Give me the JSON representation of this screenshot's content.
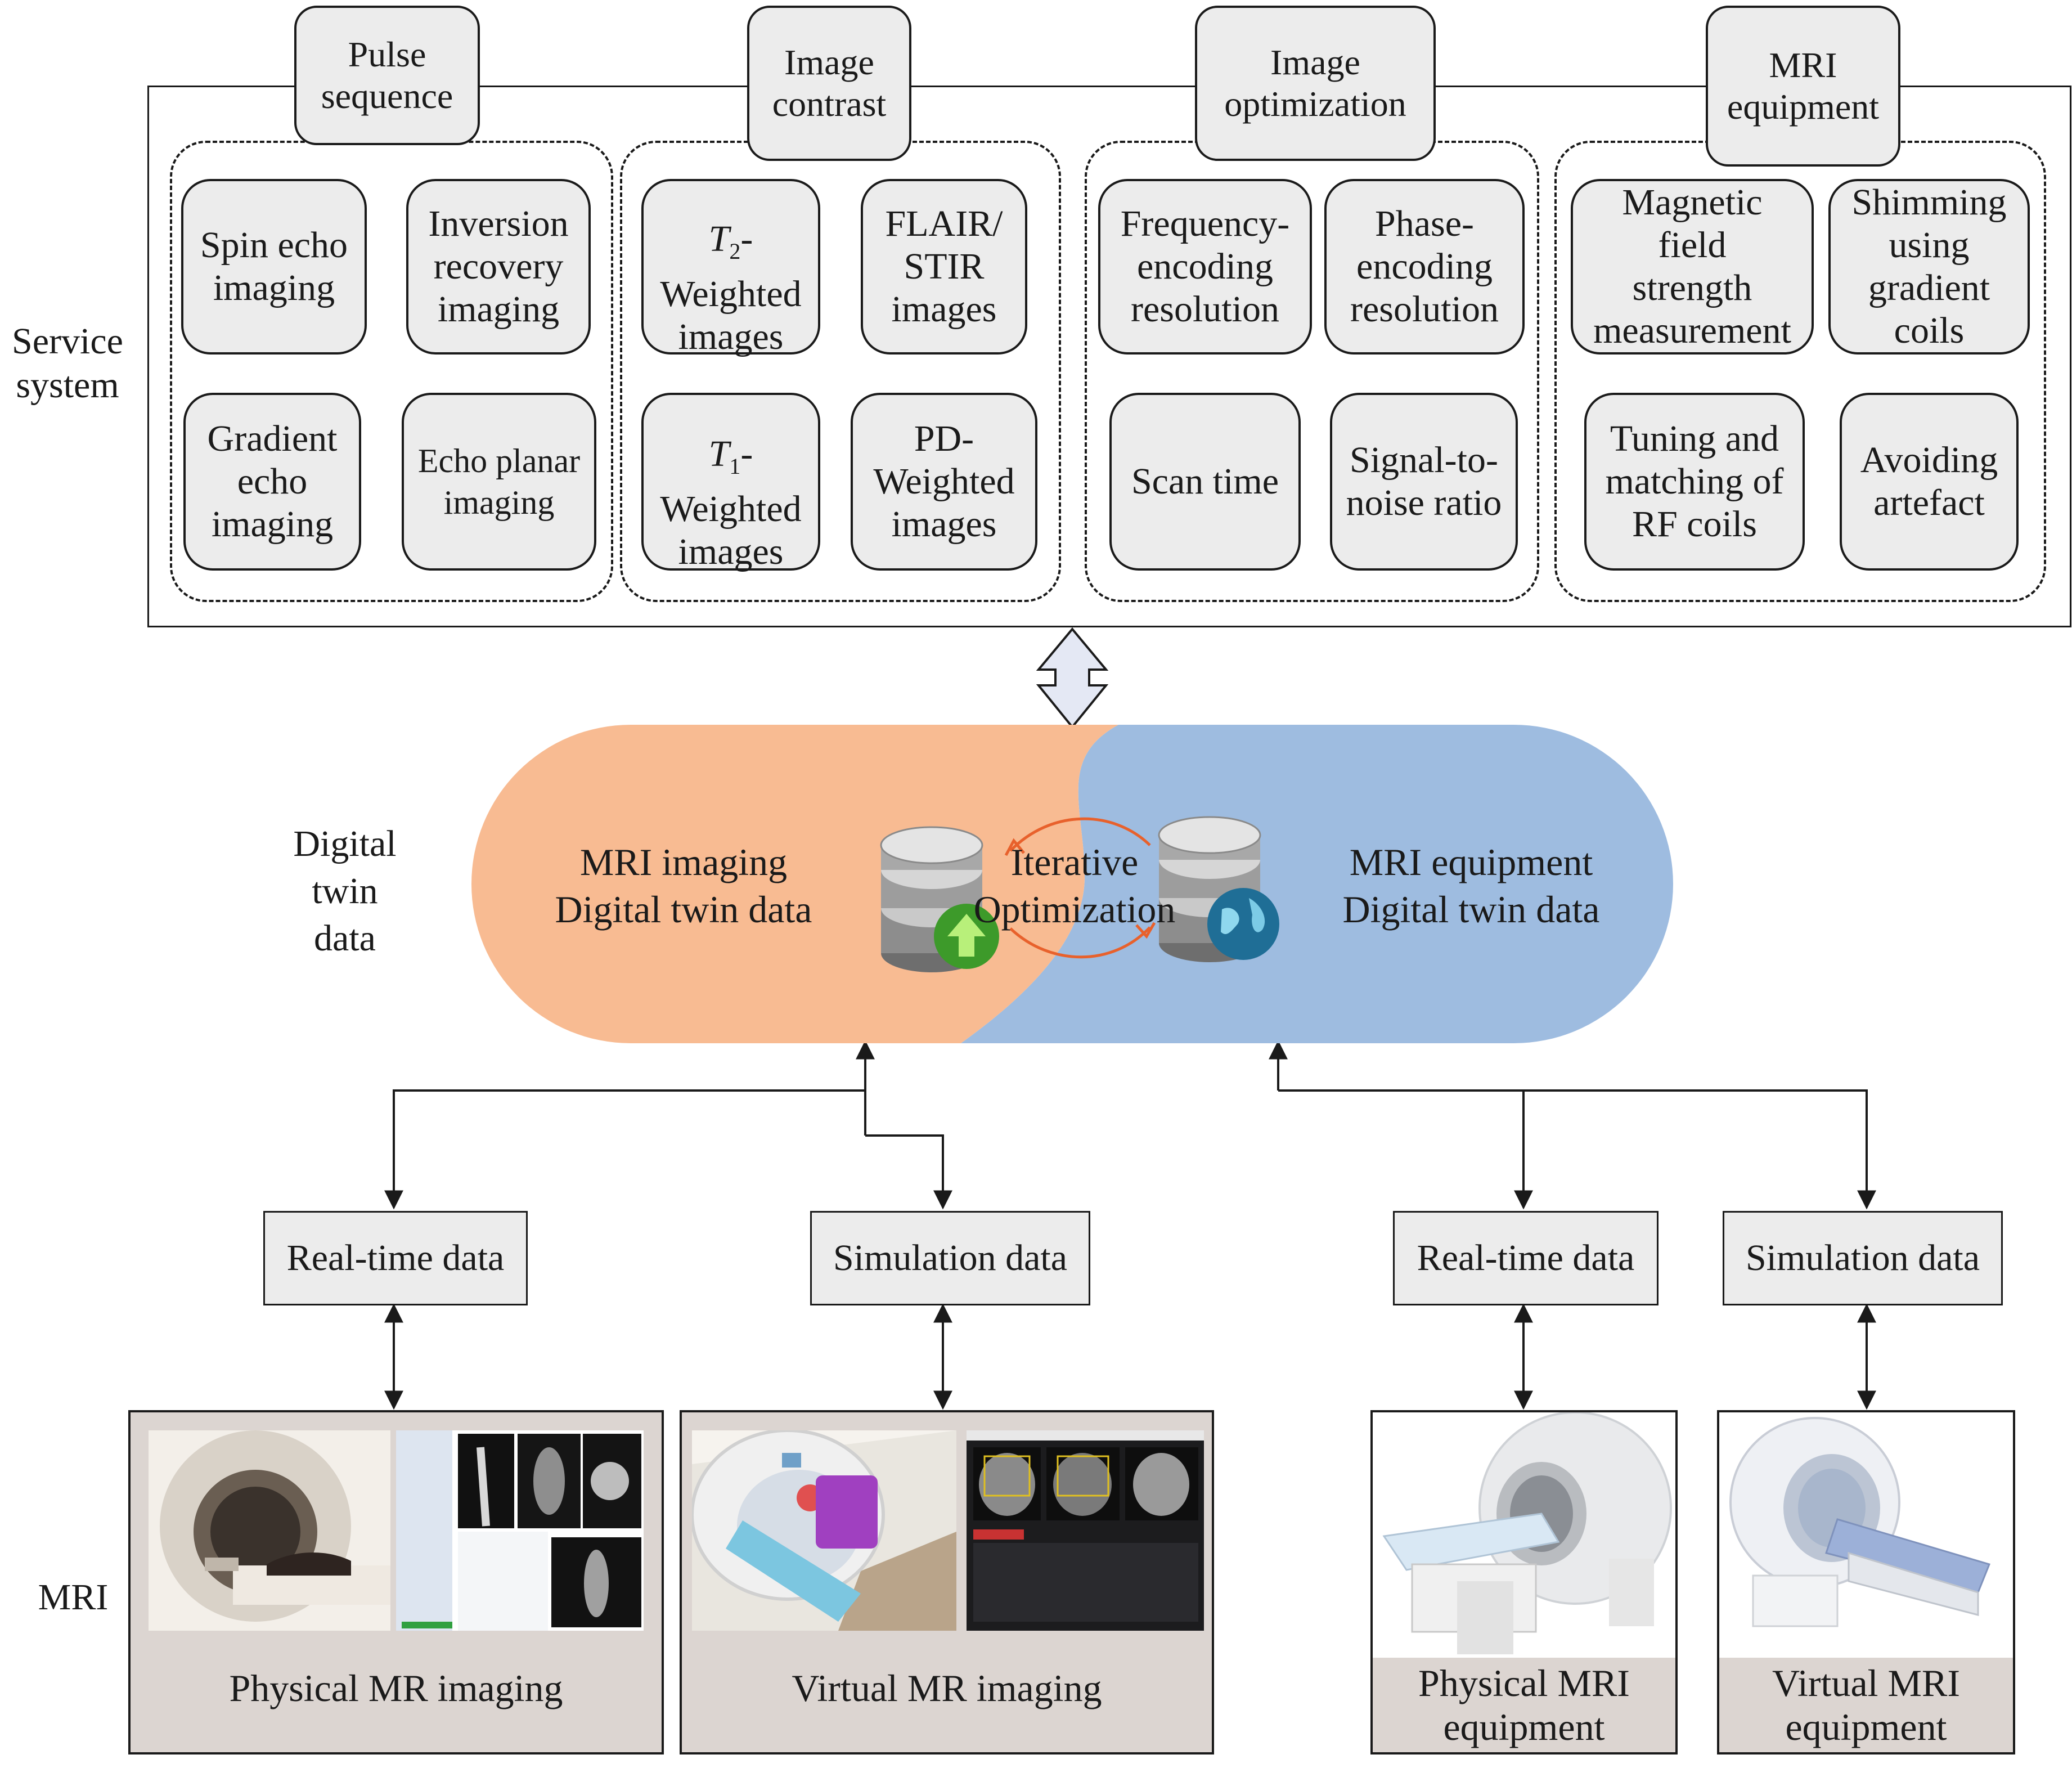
{
  "service_system": {
    "label": "Service\nsystem",
    "categories": [
      {
        "title": "Pulse\nsequence",
        "items": [
          "Spin echo\nimaging",
          "Inversion\nrecovery\nimaging",
          "Gradient\necho\nimaging",
          "Echo planar\nimaging"
        ]
      },
      {
        "title": "Image\ncontrast",
        "items": [
          "-\nWeighted\nimages",
          "FLAIR/\nSTIR\nimages",
          "-\nWeighted\nimages",
          "PD-\nWeighted\nimages"
        ]
      },
      {
        "title": "Image\noptimization",
        "items": [
          "Frequency-\nencoding\nresolution",
          "Phase-\nencoding\nresolution",
          "Scan time",
          "Signal-to-\nnoise ratio"
        ]
      },
      {
        "title": "MRI\nequipment",
        "items": [
          "Magnetic\nfield\nstrength\nmeasurement",
          "Shimming\nusing\ngradient\ncoils",
          "Tuning and\nmatching of\nRF coils",
          "Avoiding\nartefact"
        ]
      }
    ],
    "t2_symbol": "T",
    "t2_sub": "2",
    "t1_symbol": "T",
    "t1_sub": "1"
  },
  "digital_twin": {
    "label": "Digital\ntwin\ndata",
    "imaging_text": "MRI imaging\nDigital twin data",
    "equipment_text": "MRI equipment\nDigital twin data",
    "center_text": "Iterative\nOptimization",
    "colors": {
      "imaging": "#f8bb92",
      "equipment": "#9ebce0",
      "arrow": "#e8612c"
    }
  },
  "data_sources": [
    "Real-time data",
    "Simulation data",
    "Real-time data",
    "Simulation data"
  ],
  "mri": {
    "label": "MRI",
    "panels": [
      "Physical MR imaging",
      "Virtual MR imaging",
      "Physical MRI\nequipment",
      "Virtual MRI\nequipment"
    ]
  }
}
